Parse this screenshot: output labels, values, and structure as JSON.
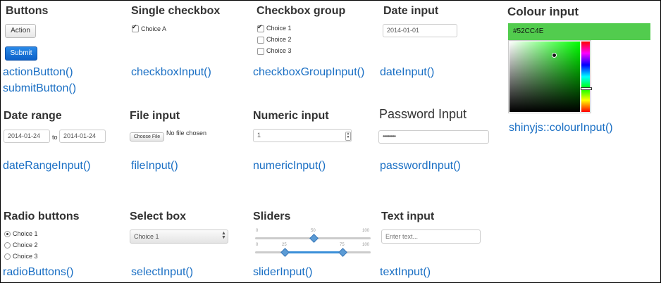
{
  "buttons": {
    "title": "Buttons",
    "action_label": "Action",
    "submit_label": "Submit",
    "fn1": "actionButton()",
    "fn2": "submitButton()"
  },
  "single_checkbox": {
    "title": "Single checkbox",
    "choice": "Choice A",
    "checked": true,
    "fn": "checkboxInput()"
  },
  "checkbox_group": {
    "title": "Checkbox group",
    "choices": [
      "Choice 1",
      "Choice 2",
      "Choice 3"
    ],
    "checked": [
      true,
      false,
      false
    ],
    "fn": "checkboxGroupInput()"
  },
  "date_input": {
    "title": "Date input",
    "value": "2014-01-01",
    "fn": "dateInput()"
  },
  "colour_input": {
    "title": "Colour input",
    "value": "#52CC4E",
    "color": "#52CC4E",
    "fn": "shinyjs::colourInput()"
  },
  "date_range": {
    "title": "Date range",
    "start": "2014-01-24",
    "sep": "to",
    "end": "2014-01-24",
    "fn": "dateRangeInput()"
  },
  "file_input": {
    "title": "File input",
    "button": "Choose File",
    "status": "No file chosen",
    "fn": "fileInput()"
  },
  "numeric_input": {
    "title": "Numeric input",
    "value": "1",
    "fn": "numericInput()"
  },
  "password_input": {
    "title": "Password Input",
    "value": "••••••••••",
    "fn": "passwordInput()"
  },
  "radio_buttons": {
    "title": "Radio buttons",
    "choices": [
      "Choice 1",
      "Choice 2",
      "Choice 3"
    ],
    "selected_index": 0,
    "fn": "radioButtons()"
  },
  "select_box": {
    "title": "Select box",
    "value": "Choice 1",
    "fn": "selectInput()"
  },
  "sliders": {
    "title": "Sliders",
    "single": {
      "min": "0",
      "value": "50",
      "max": "100"
    },
    "range": {
      "min": "0",
      "low": "25",
      "high": "75",
      "max": "100"
    },
    "fn": "sliderInput()"
  },
  "text_input": {
    "title": "Text input",
    "placeholder": "Enter text...",
    "fn": "textInput()"
  }
}
